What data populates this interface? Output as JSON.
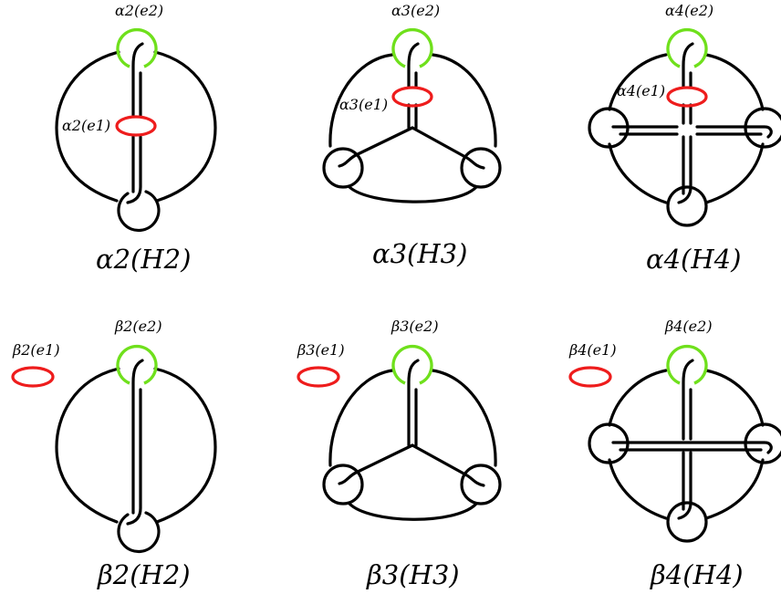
{
  "panels": [
    {
      "caption": "α2(H2)",
      "top_label": "α2(e2)",
      "side_label": "α2(e1)"
    },
    {
      "caption": "α3(H3)",
      "top_label": "α3(e2)",
      "side_label": "α3(e1)"
    },
    {
      "caption": "α4(H4)",
      "top_label": "α4(e2)",
      "side_label": "α4(e1)"
    },
    {
      "caption": "β2(H2)",
      "top_label": "β2(e2)",
      "side_label": "β2(e1)"
    },
    {
      "caption": "β3(H3)",
      "top_label": "β3(e2)",
      "side_label": "β3(e1)"
    },
    {
      "caption": "β4(H4)",
      "top_label": "β4(e2)",
      "side_label": "β4(e1)"
    }
  ],
  "colors": {
    "curve": "#000000",
    "e2_loop": "#6fe01c",
    "e1_loop": "#ee1c1c"
  }
}
